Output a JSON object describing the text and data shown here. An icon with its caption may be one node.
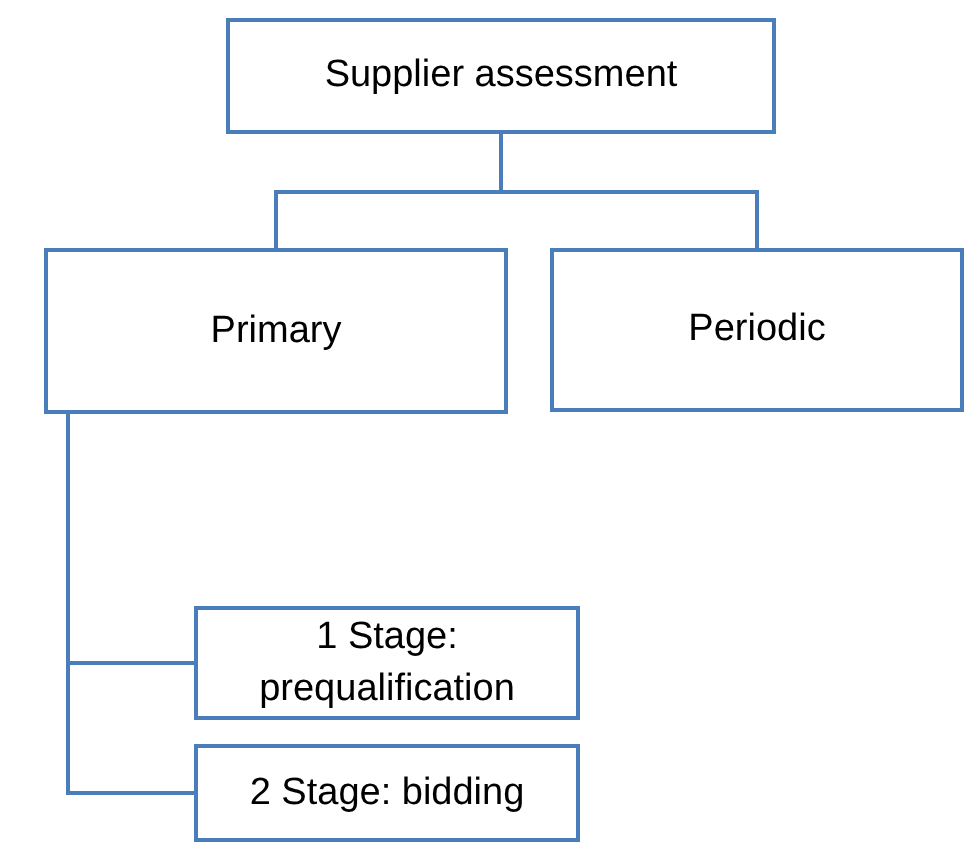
{
  "diagram": {
    "nodes": [
      {
        "text": [
          "Supplier assessment"
        ]
      },
      {
        "text": [
          "Primary"
        ]
      },
      {
        "text": [
          "Periodic"
        ]
      },
      {
        "text": [
          "1 Stage: prequalification"
        ]
      },
      {
        "text": [
          "2 Stage: bidding"
        ]
      }
    ],
    "edges": [
      {
        "from": 0,
        "to": 1,
        "arrow": "none"
      },
      {
        "from": 0,
        "to": 2,
        "arrow": "none"
      },
      {
        "from": 1,
        "to": 3,
        "arrow": "none"
      },
      {
        "from": 1,
        "to": 4,
        "arrow": "none"
      }
    ]
  }
}
